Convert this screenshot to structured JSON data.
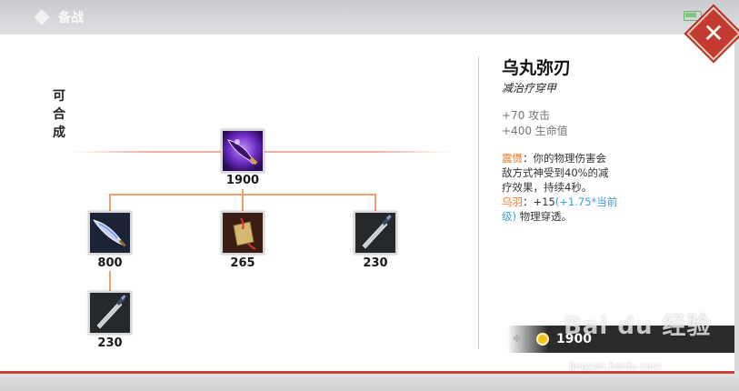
{
  "header": {
    "title": "备战"
  },
  "tree": {
    "label": "可合成",
    "root": {
      "name": "乌丸弥刃",
      "price": "1900",
      "icon": "purple-blade-icon"
    },
    "children": [
      {
        "price": "800",
        "icon": "curved-blade-icon"
      },
      {
        "price": "265",
        "icon": "amulet-icon"
      },
      {
        "price": "230",
        "icon": "dagger-icon"
      }
    ],
    "grandchild": {
      "price": "230",
      "icon": "dagger-icon"
    }
  },
  "detail": {
    "name": "乌丸弥刃",
    "tags": "减治疗穿甲",
    "stats": [
      "+70 攻击",
      "+400 生命值"
    ],
    "passive1_name": "震慑",
    "passive1_line1": "：你的物理伤害会",
    "passive1_line2": "敌方式神受到40%的减",
    "passive1_line3": "疗效果，持续4秒。",
    "passive2_name": "乌羽",
    "passive2_prefix": "：+15",
    "passive2_blue1": "(+1.75*当前",
    "passive2_blue2": "级)",
    "passive2_suffix": " 物理穿透。",
    "cost": "1900"
  },
  "watermark": {
    "text": "Bai du 经验",
    "url": "jingyan.baidu.com"
  },
  "colors": {
    "accent": "#c33b30",
    "tree_line": "#f0a070",
    "passive_name": "#f07828",
    "scaling": "#3aa0e0",
    "coin": "#f4c21c"
  }
}
